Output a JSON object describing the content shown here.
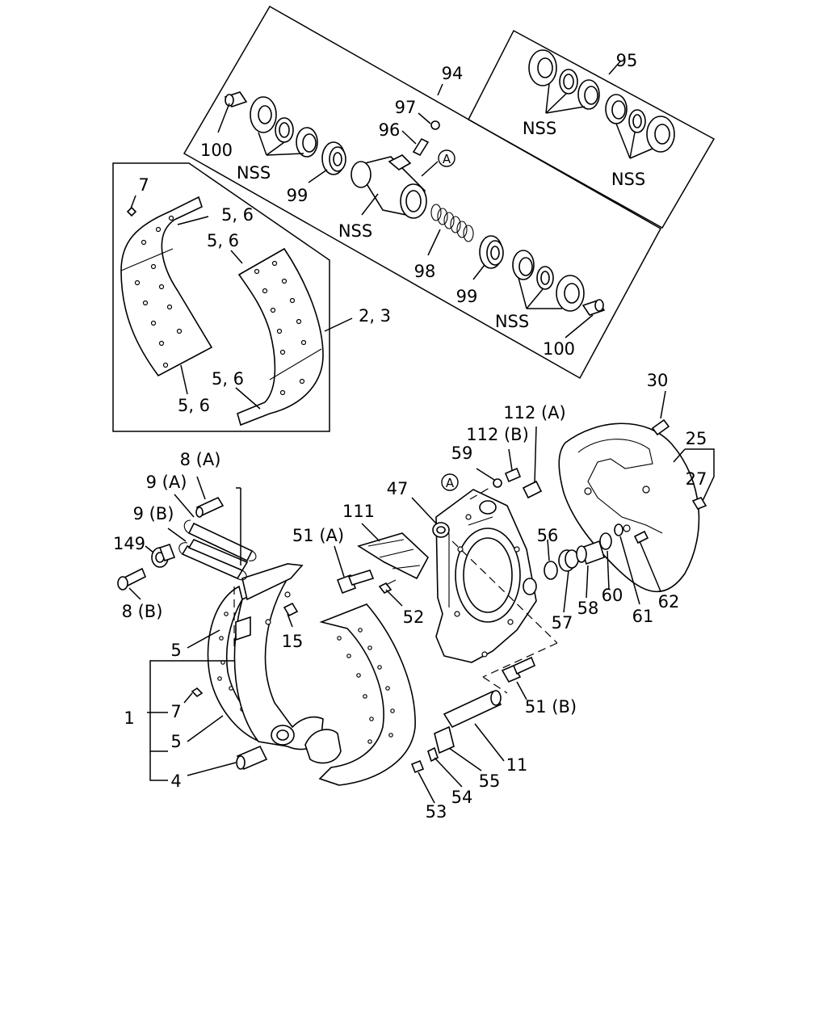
{
  "labels": {
    "l1": "1",
    "l2_3": "2, 3",
    "l4": "4",
    "l5a": "5",
    "l5b": "5",
    "l56a": "5, 6",
    "l56b": "5, 6",
    "l56c": "5, 6",
    "l56d": "5, 6",
    "l7a": "7",
    "l7b": "7",
    "l8a": "8 (A)",
    "l8b": "8 (B)",
    "l9a": "9 (A)",
    "l9b": "9 (B)",
    "l11": "11",
    "l15": "15",
    "l25": "25",
    "l27": "27",
    "l30": "30",
    "l47": "47",
    "l51a": "51 (A)",
    "l51b": "51 (B)",
    "l52": "52",
    "l53": "53",
    "l54": "54",
    "l55": "55",
    "l56": "56",
    "l57": "57",
    "l58": "58",
    "l59": "59",
    "l60": "60",
    "l61": "61",
    "l62": "62",
    "l94": "94",
    "l95": "95",
    "l96": "96",
    "l97": "97",
    "l98": "98",
    "l99a": "99",
    "l99b": "99",
    "l100a": "100",
    "l100b": "100",
    "l111": "111",
    "l112a": "112 (A)",
    "l112b": "112 (B)",
    "l149": "149",
    "nss1": "NSS",
    "nss2": "NSS",
    "nss3": "NSS",
    "nss4": "NSS",
    "nss5": "NSS",
    "circA1": "A",
    "circA2": "A"
  }
}
